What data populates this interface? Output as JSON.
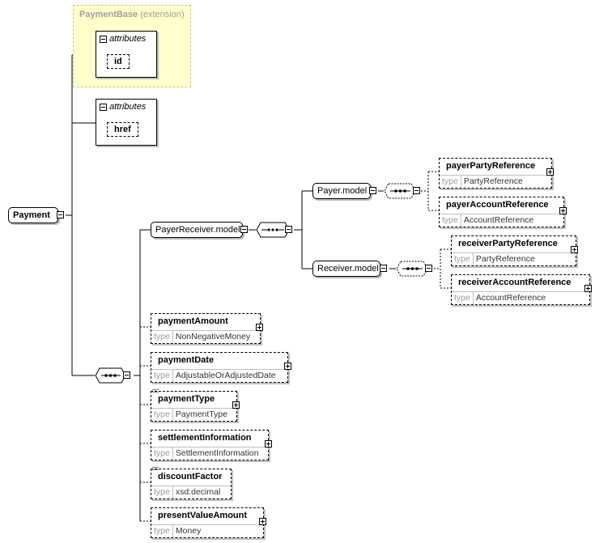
{
  "extension": {
    "name": "PaymentBase",
    "suffix": "(extension)"
  },
  "attributes_label": "attributes",
  "attr_groups": [
    {
      "item": "id"
    },
    {
      "item": "href"
    }
  ],
  "root": {
    "name": "Payment"
  },
  "type_label": "type",
  "payer_receiver_model": "PayerReceiver.model",
  "payer_model": "Payer.model",
  "receiver_model": "Receiver.model",
  "elements": [
    {
      "name": "payerPartyReference",
      "type": "PartyReference"
    },
    {
      "name": "payerAccountReference",
      "type": "AccountReference"
    },
    {
      "name": "receiverPartyReference",
      "type": "PartyReference"
    },
    {
      "name": "receiverAccountReference",
      "type": "AccountReference"
    },
    {
      "name": "paymentAmount",
      "type": "NonNegativeMoney"
    },
    {
      "name": "paymentDate",
      "type": "AdjustableOrAdjustedDate"
    },
    {
      "name": "paymentType",
      "type": "PaymentType"
    },
    {
      "name": "settlementInformation",
      "type": "SettlementInformation"
    },
    {
      "name": "discountFactor",
      "type": "xsd:decimal"
    },
    {
      "name": "presentValueAmount",
      "type": "Money"
    }
  ],
  "colors": {
    "extension_bg": "#ffffcc",
    "shadow": "#bbbbbb",
    "type_label": "#9a9a9a"
  }
}
